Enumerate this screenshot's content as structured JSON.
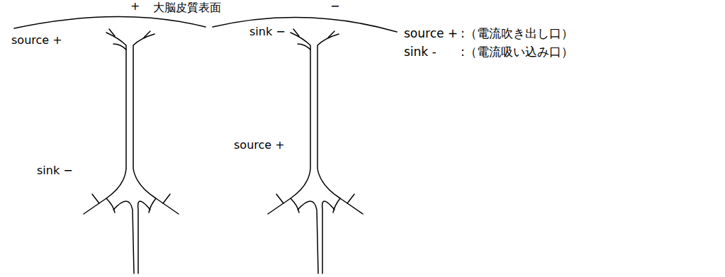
{
  "diagram": {
    "labels": [
      "+",
      "大脳皮質表面",
      "−",
      "source +",
      "sink −",
      "sink −",
      "source +",
      "source +",
      ":（電流吹き出し口）",
      "sink -",
      ":（電流吸い込み口）"
    ]
  }
}
